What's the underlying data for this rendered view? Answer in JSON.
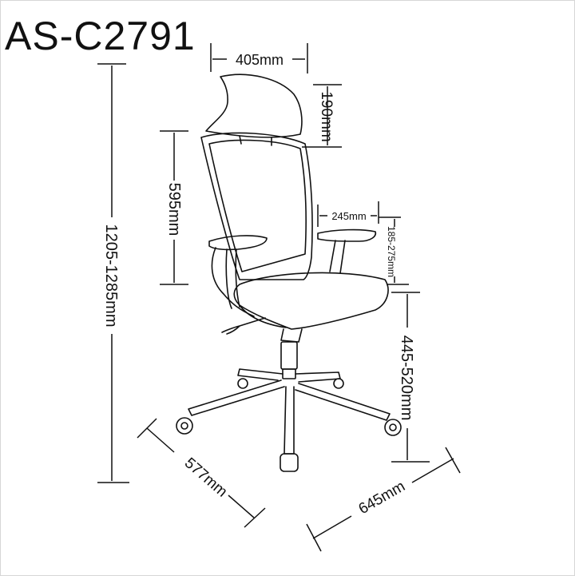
{
  "model": "AS-C2791",
  "dimensions": {
    "headrest_width": "405mm",
    "headrest_height": "190mm",
    "back_height": "595mm",
    "overall_height": "1205-1285mm",
    "armrest_depth": "245mm",
    "armrest_height": "185-275mm",
    "seat_height": "445-520mm",
    "base_depth": "577mm",
    "base_width": "645mm"
  },
  "colors": {
    "line": "#111111",
    "frame": "#d6d6d6"
  }
}
